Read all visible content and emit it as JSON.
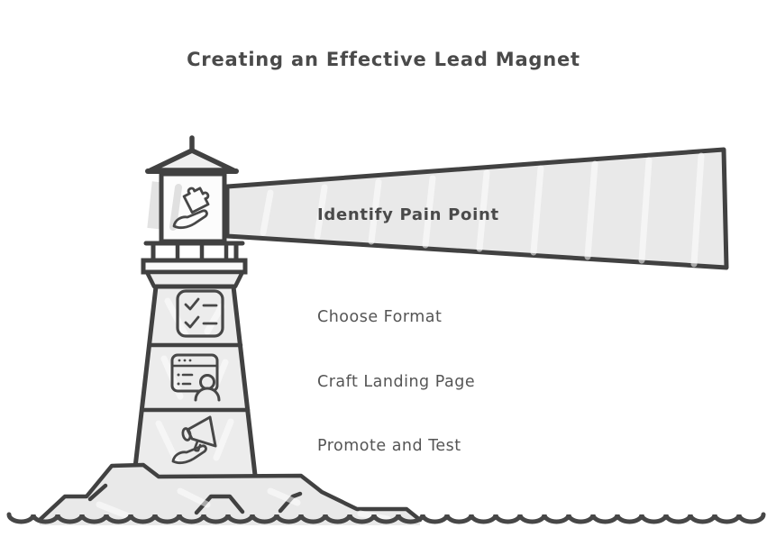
{
  "title": "Creating an Effective Lead Magnet",
  "steps": [
    {
      "label": "Identify Pain Point",
      "icon": "hand-puzzle-icon",
      "placement": "light-beam",
      "emphasis": "bold"
    },
    {
      "label": "Choose Format",
      "icon": "checklist-icon",
      "placement": "tower-section-1",
      "emphasis": "regular"
    },
    {
      "label": "Craft Landing Page",
      "icon": "landing-page-icon",
      "placement": "tower-section-2",
      "emphasis": "regular"
    },
    {
      "label": "Promote and Test",
      "icon": "megaphone-icon",
      "placement": "tower-section-3",
      "emphasis": "regular"
    }
  ],
  "colors": {
    "background": "#ffffff",
    "outline_stroke": "#414141",
    "fill_light_gray": "#e9e9e9",
    "title_text": "#4a4a4a",
    "beam_label_text": "#4a4a4a",
    "step_label_text": "#555555"
  }
}
